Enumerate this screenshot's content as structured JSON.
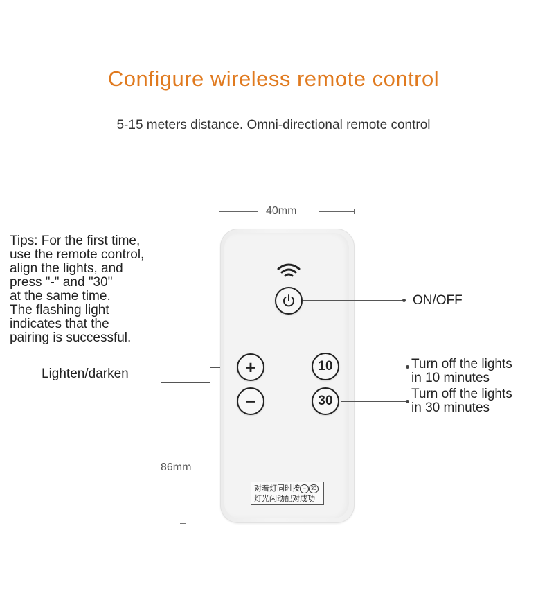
{
  "header": {
    "title": "Configure wireless remote control",
    "subtitle": "5-15 meters distance. Omni-directional remote control"
  },
  "dimensions": {
    "width_label": "40mm",
    "height_label": "86mm"
  },
  "tips": {
    "text": "Tips: For the first time,\nuse the remote control,\nalign the lights, and\npress \"-\" and \"30\"\nat the same time.\nThe flashing light\nindicates that the\npairing is successful."
  },
  "labels": {
    "brightness": "Lighten/darken",
    "power": "ON/OFF",
    "timer_10": "Turn off the lights\nin 10 minutes",
    "timer_30": "Turn off the lights\nin 30 minutes"
  },
  "remote": {
    "plus_symbol": "+",
    "minus_symbol": "−",
    "btn_10": "10",
    "btn_30": "30",
    "sticker_line1": "对着灯同时按",
    "sticker_line2": "灯光闪动配对成功",
    "sticker_inline_minus": "−",
    "sticker_inline_30": "30"
  },
  "colors": {
    "title": "#e07a1f",
    "text": "#222222",
    "remote_body": "#f0f0f0"
  },
  "icons": [
    "wifi-signal-icon",
    "power-icon"
  ]
}
